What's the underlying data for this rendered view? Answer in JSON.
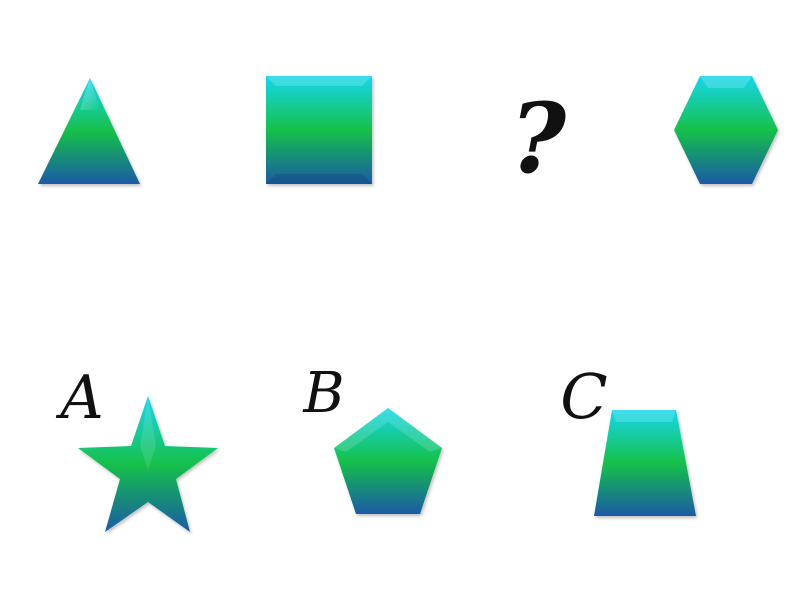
{
  "puzzle": {
    "sequence": [
      {
        "shape": "triangle",
        "icon": "triangle-icon"
      },
      {
        "shape": "square",
        "icon": "square-icon"
      },
      {
        "shape": "unknown",
        "symbol": "?"
      },
      {
        "shape": "hexagon",
        "icon": "hexagon-icon"
      }
    ],
    "options": [
      {
        "letter": "A",
        "shape": "star",
        "icon": "star-icon"
      },
      {
        "letter": "B",
        "shape": "pentagon",
        "icon": "pentagon-icon"
      },
      {
        "letter": "C",
        "shape": "trapezoid",
        "icon": "trapezoid-icon"
      }
    ]
  },
  "colors": {
    "gradient_top": "#14d6ee",
    "gradient_mid": "#18c04a",
    "gradient_bottom": "#1a5aa6",
    "text": "#111111"
  }
}
